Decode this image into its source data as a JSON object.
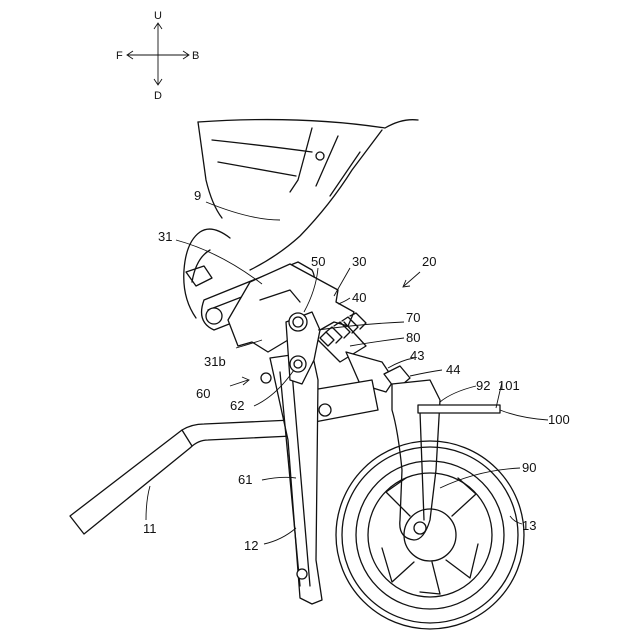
{
  "compass": {
    "up": "U",
    "down": "D",
    "front": "F",
    "back": "B"
  },
  "labels": {
    "n9": "9",
    "n31": "31",
    "n50": "50",
    "n30": "30",
    "n20": "20",
    "n40": "40",
    "n70": "70",
    "n80": "80",
    "n31b": "31b",
    "n43": "43",
    "n44": "44",
    "n60": "60",
    "n92": "92",
    "n101": "101",
    "n62": "62",
    "n100": "100",
    "n90": "90",
    "n61": "61",
    "n11": "11",
    "n12": "12",
    "n13": "13"
  }
}
